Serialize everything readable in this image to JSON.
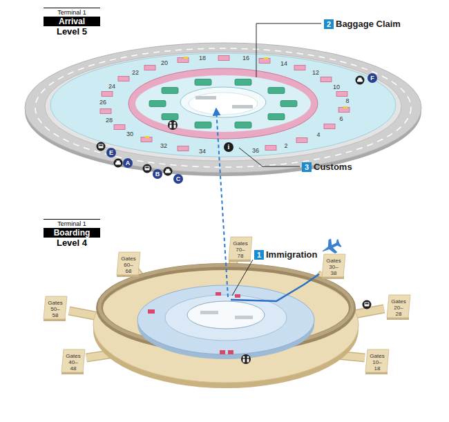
{
  "diagram": {
    "nodes": [
      {
        "text": [
          "Terminal 1",
          "Arrival",
          "Level 5"
        ]
      },
      {
        "text": [
          "2",
          "Baggage Claim"
        ]
      },
      {
        "text": [
          "F"
        ]
      },
      {
        "text": [
          "i"
        ]
      },
      {
        "text": [
          "E"
        ]
      },
      {
        "text": [
          "A"
        ]
      },
      {
        "text": [
          "3",
          "Customs"
        ]
      },
      {
        "text": [
          "B"
        ]
      },
      {
        "text": [
          "C"
        ]
      },
      {
        "text": [
          "Terminal 1",
          "Boarding",
          "Level 4"
        ]
      },
      {
        "text": [
          "Gates 70–78"
        ]
      },
      {
        "text": [
          "1",
          "Immigration"
        ]
      },
      {
        "text": [
          "Gates 30–38"
        ]
      },
      {
        "text": [
          "Gates 60–68"
        ]
      },
      {
        "text": [
          "Gates 50–58"
        ]
      },
      {
        "text": [
          "Gates 20–28"
        ]
      },
      {
        "text": [
          "Gates 40–48"
        ]
      },
      {
        "text": [
          "Gates 10–18"
        ]
      }
    ],
    "labels": [
      "16",
      "18",
      "20",
      "14",
      "12",
      "22",
      "24",
      "10",
      "8",
      "26",
      "6",
      "28",
      "4",
      "30",
      "2",
      "32",
      "36",
      "34"
    ]
  }
}
